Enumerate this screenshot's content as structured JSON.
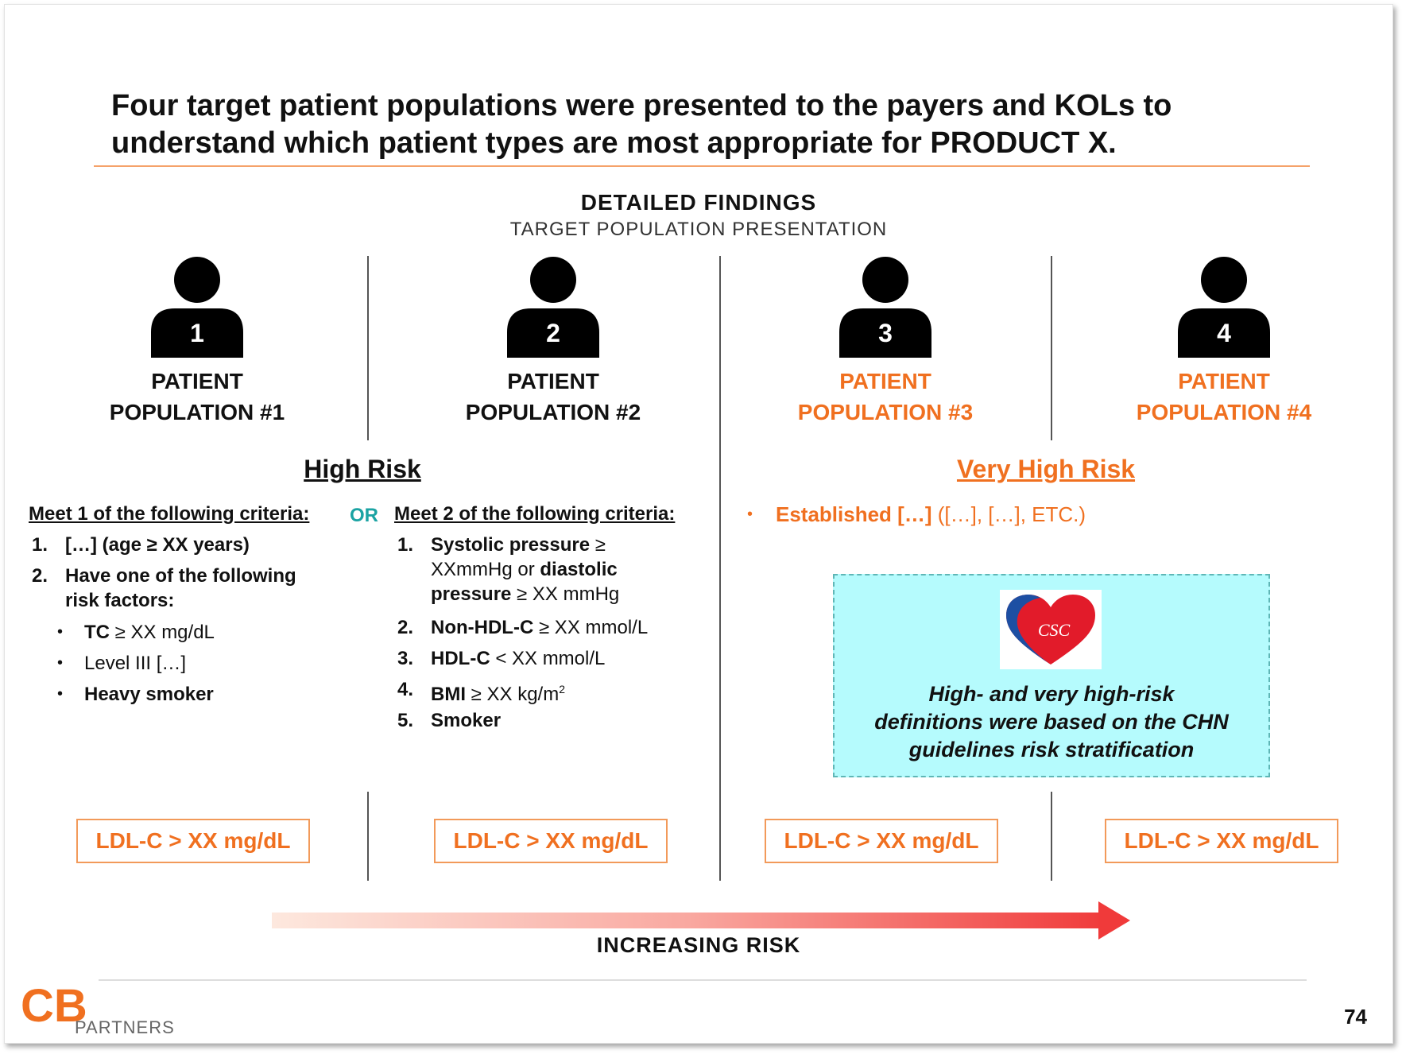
{
  "title": "Four target patient populations were presented to the payers and KOLs to understand which patient types are most appropriate for PRODUCT X.",
  "section": {
    "heading": "DETAILED FINDINGS",
    "subheading": "TARGET POPULATION PRESENTATION"
  },
  "populations": [
    {
      "number": "1",
      "label_line1": "PATIENT",
      "label_line2": "POPULATION #1",
      "ldl": "LDL-C > XX mg/dL"
    },
    {
      "number": "2",
      "label_line1": "PATIENT",
      "label_line2": "POPULATION #2",
      "ldl": "LDL-C > XX mg/dL"
    },
    {
      "number": "3",
      "label_line1": "PATIENT",
      "label_line2": "POPULATION #3",
      "ldl": "LDL-C > XX mg/dL"
    },
    {
      "number": "4",
      "label_line1": "PATIENT",
      "label_line2": "POPULATION #4",
      "ldl": "LDL-C > XX mg/dL"
    }
  ],
  "high_risk": {
    "heading": "High Risk",
    "left_criteria_heading": "Meet 1 of the following criteria:",
    "or_label": "OR",
    "right_criteria_heading": "Meet 2 of the following criteria:",
    "left_items": [
      {
        "num": "1.",
        "bold": "[…]",
        "rest": " (age ≥ XX years)"
      },
      {
        "num": "2.",
        "bold": "Have one of the following",
        "rest2": "risk factors:"
      }
    ],
    "risk_factors": [
      {
        "bold": "TC",
        "rest": " ≥ XX mg/dL"
      },
      {
        "bold": "",
        "rest": "Level III […]"
      },
      {
        "bold": "Heavy smoker",
        "rest": ""
      }
    ],
    "right_items": [
      {
        "num": "1.",
        "line1_bold": "Systolic pressure",
        "line1_rest": " ≥",
        "line2_rest": "XXmmHg  or ",
        "line2_bold": "diastolic",
        "line3_bold": "pressure",
        "line3_rest": " ≥ XX  mmHg"
      },
      {
        "num": "2.",
        "bold": "Non-HDL-C",
        "rest": " ≥ XX  mmol/L"
      },
      {
        "num": "3.",
        "bold": "HDL-C",
        "rest": " < XX  mmol/L"
      },
      {
        "num": "4.",
        "bold": "BMI",
        "rest": " ≥ XX  kg/m",
        "sup": "2"
      },
      {
        "num": "5.",
        "bold": "Smoker",
        "rest": ""
      }
    ]
  },
  "very_high_risk": {
    "heading": "Very High Risk",
    "bullet_bold": "Established […]",
    "bullet_rest": " ([…], […], ETC.)"
  },
  "callout": {
    "logo_text": "CSC",
    "line1": "High- and very high-risk",
    "line2": "definitions were based on the CHN",
    "line3": "guidelines risk stratification"
  },
  "arrow_label": "INCREASING  RISK",
  "footer": {
    "logo_letters": "CB",
    "logo_word": "PARTNERS",
    "page_number": "74"
  },
  "colors": {
    "accent_orange": "#f07020",
    "or_teal": "#1ba3a3",
    "callout_bg": "#b5fbfd",
    "arrow_end": "#f03a3a"
  },
  "icons": [
    "person-icon",
    "heart-logo-icon",
    "arrow-right-icon"
  ]
}
